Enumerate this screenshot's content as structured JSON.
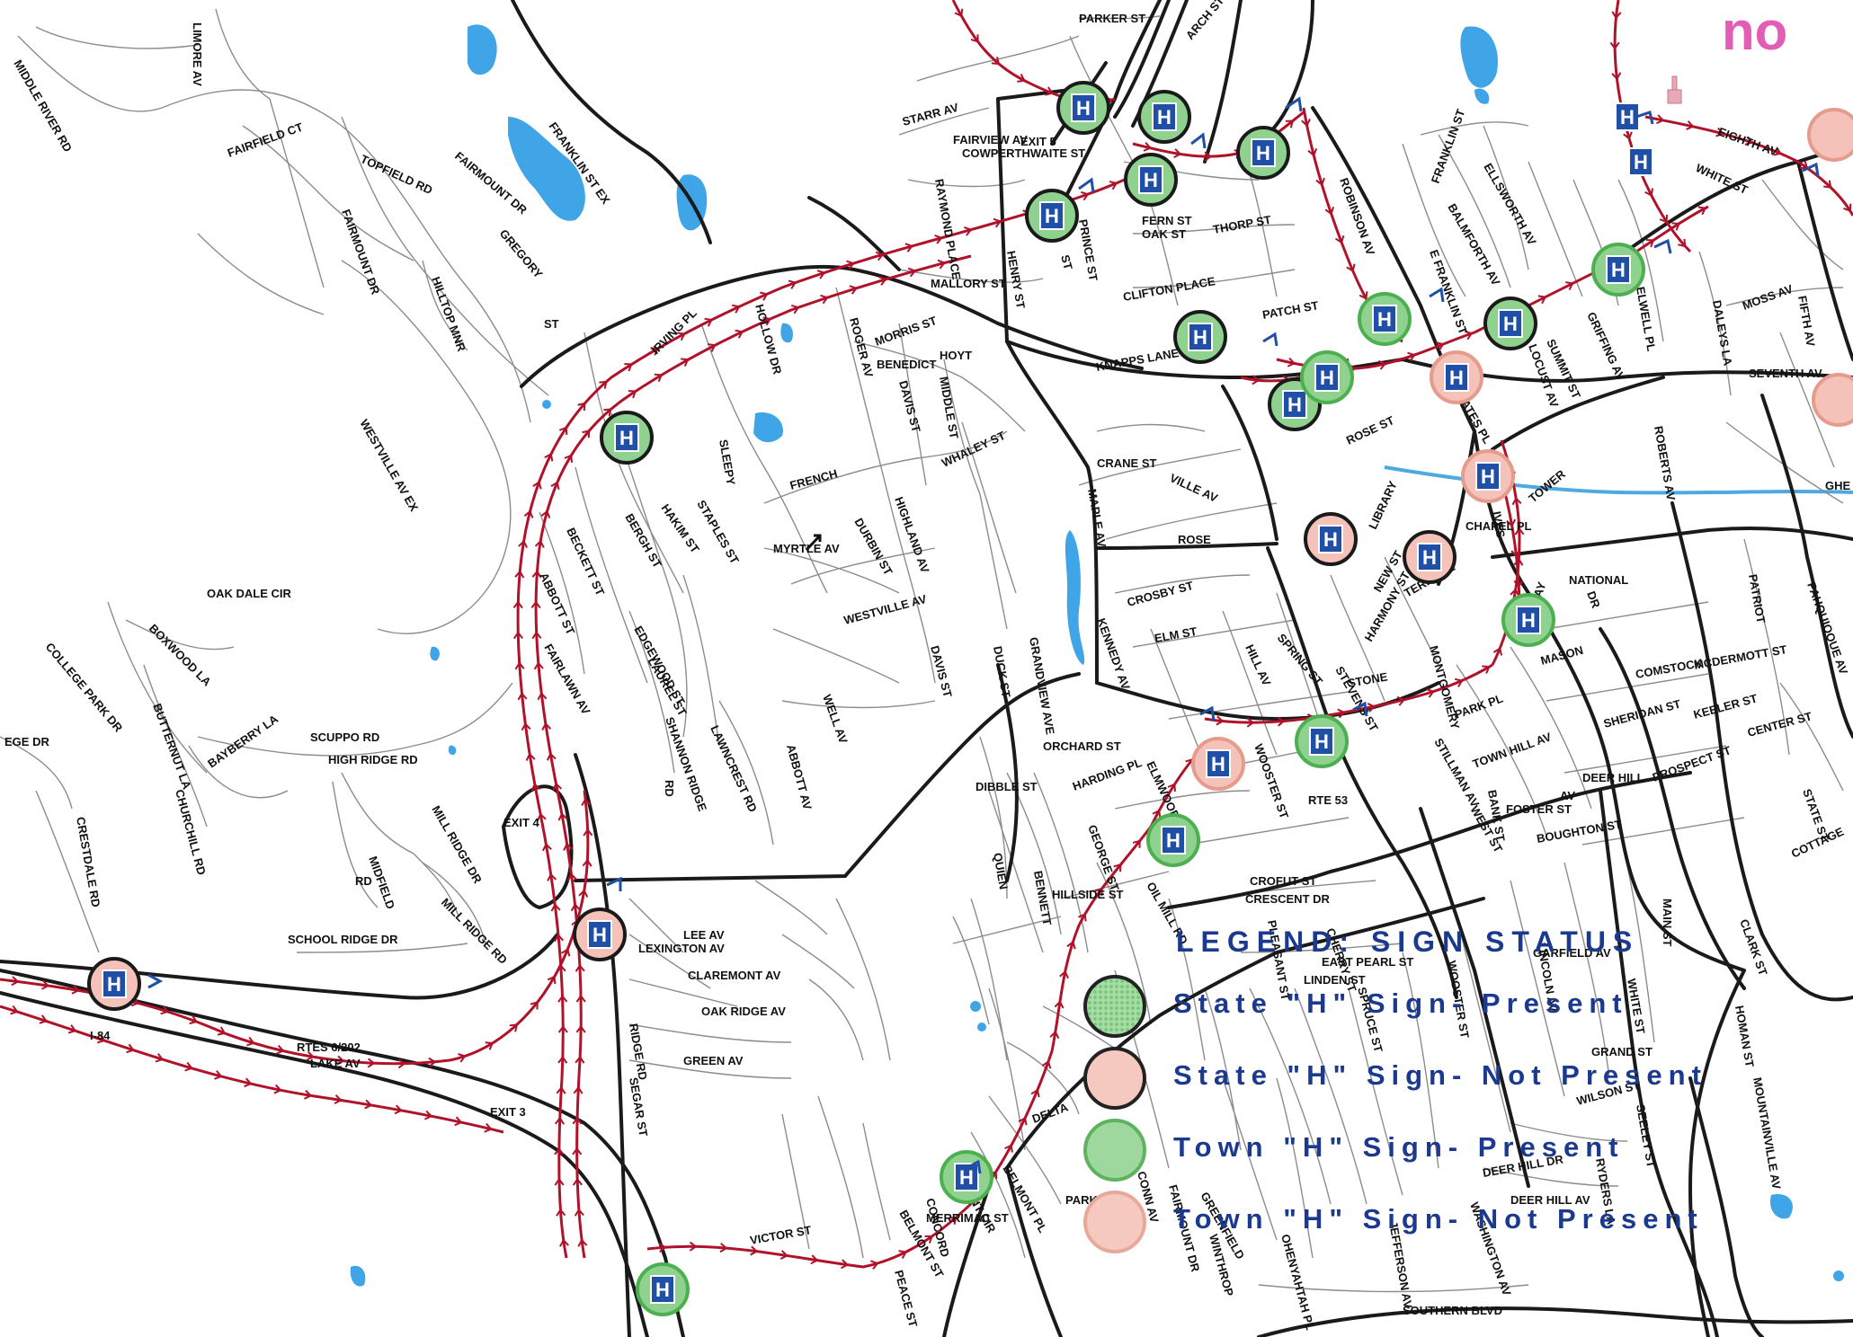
{
  "corner_text": "no",
  "colors": {
    "route": "#b0122a",
    "road": "#1a1a1a",
    "water": "#3fa5e6",
    "sign_present": "#8fd28f",
    "sign_absent": "#f4c2b8",
    "sign_blue": "#1f4fa6",
    "legend_blue": "#1b3a8f"
  },
  "legend": {
    "title": "LEGEND: SIGN STATUS",
    "items": [
      {
        "label": "State \"H\" Sign- Present",
        "kind": "state-present"
      },
      {
        "label": "State \"H\" Sign- Not Present",
        "kind": "state-absent"
      },
      {
        "label": "Town \"H\" Sign- Present",
        "kind": "town-present"
      },
      {
        "label": "Town \"H\" Sign- Not Present",
        "kind": "town-absent"
      }
    ]
  },
  "sign_glyph": "H",
  "streets": [
    "LIMORE AV",
    "MIDDLE RIVER RD",
    "FAIRFIELD CT",
    "TOPFIELD RD",
    "FAIRMOUNT DR",
    "FAIRMOUNT DR",
    "FRANKLIN ST EX",
    "GREGORY",
    "ST",
    "HILLTOP MNR",
    "WESTVILLE AV EX",
    "OAK DALE CIR",
    "BOXWOOD LA",
    "COLLEGE PARK DR",
    "BUTTERNUT LA",
    "BAYBERRY LA",
    "CHURCHILL RD",
    "HIGH RIDGE RD",
    "SCUPPO RD",
    "MILL RIDGE DR",
    "MIDFIELD",
    "RD",
    "MILL RIDGE RD",
    "SCHOOL RIDGE DR",
    "CRESTDALE RD",
    "EGE DR",
    "RTES 6/202",
    "LAKE AV",
    "I-84",
    "EXIT 3",
    "EXIT 4",
    "EXIT 5",
    "IRVING PL",
    "HOLLOW DR",
    "SLEEPY",
    "BECKETT ST",
    "ABBOTT ST",
    "BERGH ST",
    "HAKIM ST",
    "STAPLES ST",
    "FAIRLAWN AV",
    "EDGEWOOD ST",
    "LAUREL ST",
    "SHANNON RIDGE",
    "RD",
    "LAWNCREST RD",
    "ABBOTT AV",
    "WELL AV",
    "WESTVILLE AV",
    "MYRTLE AV",
    "FRENCH",
    "DURBIN ST",
    "HIGHLAND AV",
    "WHALEY ST",
    "DAVIS ST",
    "DUCK ST",
    "GRANDVIEW AVE",
    "ROGER AV",
    "MORRIS ST",
    "BENEDICT",
    "DAVIS ST",
    "MIDDLE ST",
    "HOYT",
    "MALLORY ST",
    "HENRY ST",
    "ST",
    "PRINCE ST",
    "STARR AV",
    "RAYMOND PLACE",
    "FAIRVIEW AV",
    "COWPERTHWAITE ST",
    "PARKER ST",
    "ARCH ST",
    "FERN ST",
    "OAK ST",
    "THORP ST",
    "CLIFTON PLACE",
    "KNAPPS LANE",
    "PATCH ST",
    "ROBINSON AV",
    "FRANKLIN ST",
    "E FRANKLIN ST",
    "BALMFORTH AV",
    "ELLSWORTH AV",
    "SUMMIT ST",
    "GRIFFING AV",
    "ELWELL PL",
    "DALEYS LA",
    "MOSS AV",
    "FIFTH AV",
    "SEVENTH AV",
    "ROBERTS AV",
    "EIGHTH AV",
    "WHITE ST",
    "BATES PL",
    "LOCUST AV",
    "CRANE ST",
    "MAPLE AV",
    "VILLE AV",
    "ROSE ST",
    "ROSE",
    "KENNEDY AV",
    "CROSBY ST",
    "ELM ST",
    "HILL AV",
    "SPRING ST",
    "STEVENS ST",
    "HARMONY ST",
    "MONTGOMERY",
    "NEW ST",
    "TERRACE",
    "LIBRARY",
    "CHAPEL PL",
    "IVES",
    "TOWER",
    "NATIONAL",
    "PATRIOT",
    "DELAY",
    "DR",
    "PAHQUIOQUE AV",
    "MASON",
    "COMSTOCK",
    "MCDERMOTT ST",
    "SHERIDAN ST",
    "KEELER ST",
    "CENTER ST",
    "PROSPECT ST",
    "STATE ST",
    "COTTAGE",
    "CLARK ST",
    "STONE",
    "PARK PL",
    "STILLMAN AV",
    "TOWN HILL AV",
    "WEST ST",
    "BANK ST",
    "FOSTER ST",
    "BOUGHTON ST",
    "DEER HILL",
    "AV",
    "MAIN ST",
    "WOOSTER ST",
    "ELMWOOD PL",
    "RTE 53",
    "ORCHARD ST",
    "HARDING PL",
    "GEORGE ST",
    "BENNETT",
    "QUIEN",
    "DIBBLE ST",
    "HILLSIDE ST",
    "OIL MILL RD",
    "CROFUT ST",
    "CRESCENT DR",
    "PLEASANT ST",
    "CHERRY ST",
    "EAST PEARL ST",
    "LINDEN ST",
    "SPRUCE ST",
    "WOOSTER ST",
    "LINCOLN AV",
    "GARFIELD AV",
    "WHITE ST",
    "GRAND ST",
    "WILSON ST",
    "SEELEY ST",
    "HOMAN ST",
    "MOUNTAINVILLE AV",
    "DEER HILL DR",
    "DEER HILL AV",
    "RYDERS LA",
    "WASHINGTON AV",
    "JEFFERSON AV",
    "OHENYAHTAH PL",
    "WINTHROP",
    "FAIRMOUNT DR",
    "GREENFIELD",
    "CONN AV",
    "DELTA",
    "PARK AV",
    "BELMONT PL",
    "BELMONT CIR",
    "CONCORD",
    "MERRIMAC ST",
    "BELMONT ST",
    "PEACE ST",
    "VICTOR ST",
    "LEE AV",
    "CLAREMONT AV",
    "OAK RIDGE AV",
    "GREEN AV",
    "LEXINGTON AV",
    "RIDGE RD",
    "SEGAR ST",
    "SOUTHERN BLVD",
    "GHE"
  ]
}
